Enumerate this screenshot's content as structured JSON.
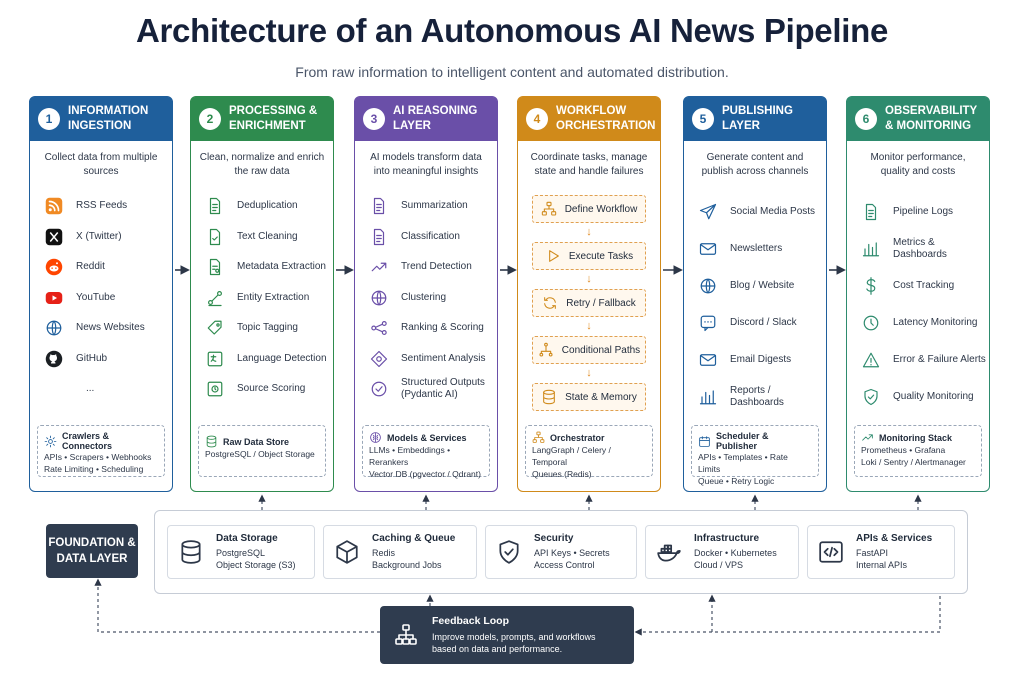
{
  "title": "Architecture of an Autonomous AI News Pipeline",
  "subtitle": "From raw information to intelligent content and automated distribution.",
  "columns": [
    {
      "number": "1",
      "title": "Information Ingestion",
      "color": "#1f5f9c",
      "desc": "Collect data from multiple sources",
      "items": [
        {
          "label": "RSS Feeds",
          "icon": "rss-icon"
        },
        {
          "label": "X (Twitter)",
          "icon": "x-icon"
        },
        {
          "label": "Reddit",
          "icon": "reddit-icon"
        },
        {
          "label": "YouTube",
          "icon": "youtube-icon"
        },
        {
          "label": "News Websites",
          "icon": "globe-icon"
        },
        {
          "label": "GitHub",
          "icon": "github-icon"
        },
        {
          "label": "...",
          "icon": ""
        }
      ],
      "foot": {
        "title": "Crawlers & Connectors",
        "icon": "gear-icon",
        "lines": [
          "APIs • Scrapers • Webhooks",
          "Rate Limiting • Scheduling"
        ]
      }
    },
    {
      "number": "2",
      "title": "Processing & Enrichment",
      "color": "#2e8b4e",
      "desc": "Clean, normalize and enrich the raw data",
      "items": [
        {
          "label": "Deduplication",
          "icon": "document-icon"
        },
        {
          "label": "Text Cleaning",
          "icon": "document-check-icon"
        },
        {
          "label": "Metadata Extraction",
          "icon": "document-tag-icon"
        },
        {
          "label": "Entity Extraction",
          "icon": "share-icon"
        },
        {
          "label": "Topic Tagging",
          "icon": "tag-icon"
        },
        {
          "label": "Language Detection",
          "icon": "language-icon"
        },
        {
          "label": "Source Scoring",
          "icon": "score-icon"
        }
      ],
      "foot": {
        "title": "Raw Data Store",
        "icon": "database-icon",
        "lines": [
          "PostgreSQL / Object Storage"
        ]
      }
    },
    {
      "number": "3",
      "title": "AI Reasoning Layer",
      "color": "#6a4fa8",
      "desc": "AI models transform data into meaningful insights",
      "items": [
        {
          "label": "Summarization",
          "icon": "document-icon"
        },
        {
          "label": "Classification",
          "icon": "document-icon"
        },
        {
          "label": "Trend Detection",
          "icon": "trend-icon"
        },
        {
          "label": "Clustering",
          "icon": "globe-icon"
        },
        {
          "label": "Ranking & Scoring",
          "icon": "nodes-icon"
        },
        {
          "label": "Sentiment Analysis",
          "icon": "sentiment-icon"
        },
        {
          "label": "Structured Outputs (Pydantic AI)",
          "icon": "check-circle-icon"
        }
      ],
      "foot": {
        "title": "Models & Services",
        "icon": "brain-icon",
        "lines": [
          "LLMs • Embeddings • Rerankers",
          "Vector DB (pgvector / Qdrant)"
        ]
      }
    },
    {
      "number": "4",
      "title": "Workflow Orchestration",
      "color": "#d08a1a",
      "desc": "Coordinate tasks, manage state and handle failures",
      "flow": [
        {
          "label": "Define Workflow",
          "icon": "workflow-icon"
        },
        {
          "label": "Execute Tasks",
          "icon": "play-icon"
        },
        {
          "label": "Retry / Fallback",
          "icon": "retry-icon"
        },
        {
          "label": "Conditional Paths",
          "icon": "branch-icon"
        },
        {
          "label": "State & Memory",
          "icon": "database-icon"
        }
      ],
      "foot": {
        "title": "Orchestrator",
        "icon": "workflow-icon",
        "lines": [
          "LangGraph / Celery / Temporal",
          "Queues (Redis)"
        ]
      }
    },
    {
      "number": "5",
      "title": "Publishing Layer",
      "color": "#1f5f9c",
      "desc": "Generate content and publish across channels",
      "items": [
        {
          "label": "Social Media Posts",
          "icon": "send-icon"
        },
        {
          "label": "Newsletters",
          "icon": "mail-icon"
        },
        {
          "label": "Blog / Website",
          "icon": "globe-icon"
        },
        {
          "label": "Discord / Slack",
          "icon": "chat-icon"
        },
        {
          "label": "Email Digests",
          "icon": "mail-icon"
        },
        {
          "label": "Reports / Dashboards",
          "icon": "bar-chart-icon"
        }
      ],
      "foot": {
        "title": "Scheduler & Publisher",
        "icon": "calendar-icon",
        "lines": [
          "APIs • Templates • Rate Limits",
          "Queue • Retry Logic"
        ]
      }
    },
    {
      "number": "6",
      "title": "Observability & Monitoring",
      "color": "#2e8b6e",
      "desc": "Monitor performance, quality and costs",
      "items": [
        {
          "label": "Pipeline Logs",
          "icon": "document-icon"
        },
        {
          "label": "Metrics & Dashboards",
          "icon": "bar-chart-icon"
        },
        {
          "label": "Cost Tracking",
          "icon": "dollar-icon"
        },
        {
          "label": "Latency Monitoring",
          "icon": "clock-icon"
        },
        {
          "label": "Error & Failure Alerts",
          "icon": "warning-icon"
        },
        {
          "label": "Quality Monitoring",
          "icon": "shield-check-icon"
        }
      ],
      "foot": {
        "title": "Monitoring Stack",
        "icon": "trend-icon",
        "lines": [
          "Prometheus • Grafana",
          "Loki / Sentry / Alertmanager"
        ]
      }
    }
  ],
  "foundation": {
    "label": "Foundation & Data Layer",
    "cards": [
      {
        "title": "Data Storage",
        "icon": "database-icon",
        "lines": [
          "PostgreSQL",
          "Object Storage (S3)"
        ]
      },
      {
        "title": "Caching & Queue",
        "icon": "cube-icon",
        "lines": [
          "Redis",
          "Background Jobs"
        ]
      },
      {
        "title": "Security",
        "icon": "shield-icon",
        "lines": [
          "API Keys • Secrets",
          "Access Control"
        ]
      },
      {
        "title": "Infrastructure",
        "icon": "docker-icon",
        "lines": [
          "Docker • Kubernetes",
          "Cloud / VPS"
        ]
      },
      {
        "title": "APIs & Services",
        "icon": "code-icon",
        "lines": [
          "FastAPI",
          "Internal APIs"
        ]
      }
    ]
  },
  "feedback": {
    "title": "Feedback Loop",
    "icon": "hierarchy-icon",
    "lines": [
      "Improve models, prompts, and workflows",
      "based on data and performance."
    ]
  }
}
